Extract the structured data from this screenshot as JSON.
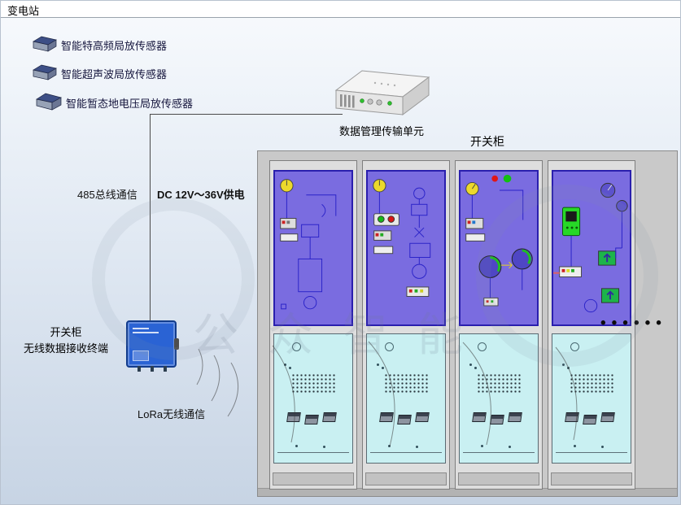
{
  "header": {
    "title": "变电站"
  },
  "sensors": {
    "items": [
      {
        "label": "智能特高频局放传感器",
        "icon": "uhf-sensor-icon"
      },
      {
        "label": "智能超声波局放传感器",
        "icon": "ultrasonic-sensor-icon"
      },
      {
        "label": "智能暂态地电压局放传感器",
        "icon": "tev-sensor-icon"
      }
    ]
  },
  "dmu": {
    "label": "数据管理传输单元"
  },
  "links": {
    "bus": "485总线通信",
    "power": "DC 12V～36V供电",
    "lora": "LoRa无线通信"
  },
  "terminal": {
    "label_line1": "开关柜",
    "label_line2": "无线数据接收终端"
  },
  "switchgear": {
    "label": "开关柜",
    "more_indicator": "••••••",
    "visible_cabinets": 4
  },
  "watermark": {
    "text": "公众智能"
  },
  "colors": {
    "panel_purple": "#7a6ce0",
    "panel_border": "#2a1fae",
    "lower_cyan": "#c9f0f2",
    "terminal_blue": "#2a63d4",
    "background_top": "#f8fafd",
    "background_bottom": "#c7d4e4"
  }
}
